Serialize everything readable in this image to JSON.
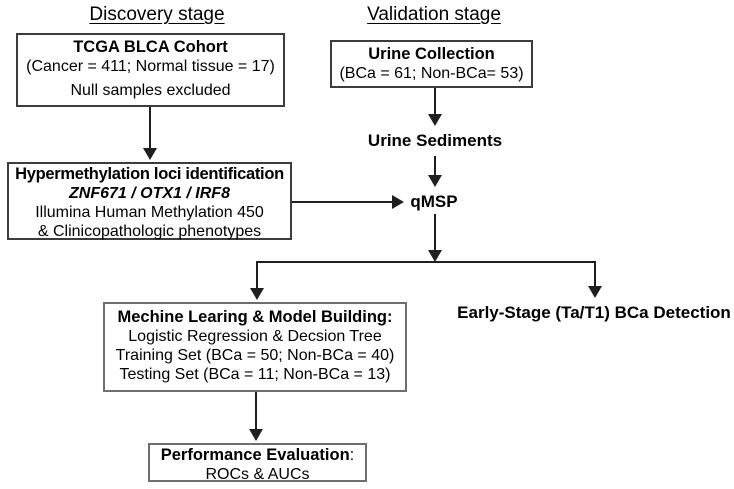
{
  "diagram": {
    "headers": {
      "discovery": "Discovery stage",
      "validation": "Validation stage"
    },
    "boxes": {
      "tcga": {
        "title": "TCGA BLCA Cohort",
        "line2": "(Cancer = 411; Normal tissue = 17)",
        "line3": "Null samples excluded"
      },
      "urine_collection": {
        "title": "Urine Collection",
        "line2": "(BCa = 61; Non-BCa= 53)"
      },
      "hypermethylation": {
        "title": "Hypermethylation loci identification",
        "genes": "ZNF671 / OTX1 / IRF8",
        "line3": "Illumina Human Methylation 450",
        "line4": "& Clinicopathologic phenotypes"
      },
      "machine_learning": {
        "title": "Mechine Learing & Model Building:",
        "line2": "Logistic Regression & Decsion Tree",
        "line3": "Training Set (BCa = 50; Non-BCa = 40)",
        "line4": "Testing Set (BCa = 11; Non-BCa = 13)"
      },
      "performance": {
        "title": "Performance Evaluation",
        "title_suffix": ":",
        "line2": "ROCs & AUCs"
      }
    },
    "labels": {
      "urine_sediments": "Urine Sediments",
      "qmsp": "qMSP",
      "early_stage": "Early-Stage (Ta/T1) BCa Detection"
    },
    "colors": {
      "background": "#ffffff",
      "text": "#000000",
      "border_dark": "#3c3c3c",
      "border_light": "#6e6e6e",
      "arrow": "#1f1f1f"
    }
  }
}
